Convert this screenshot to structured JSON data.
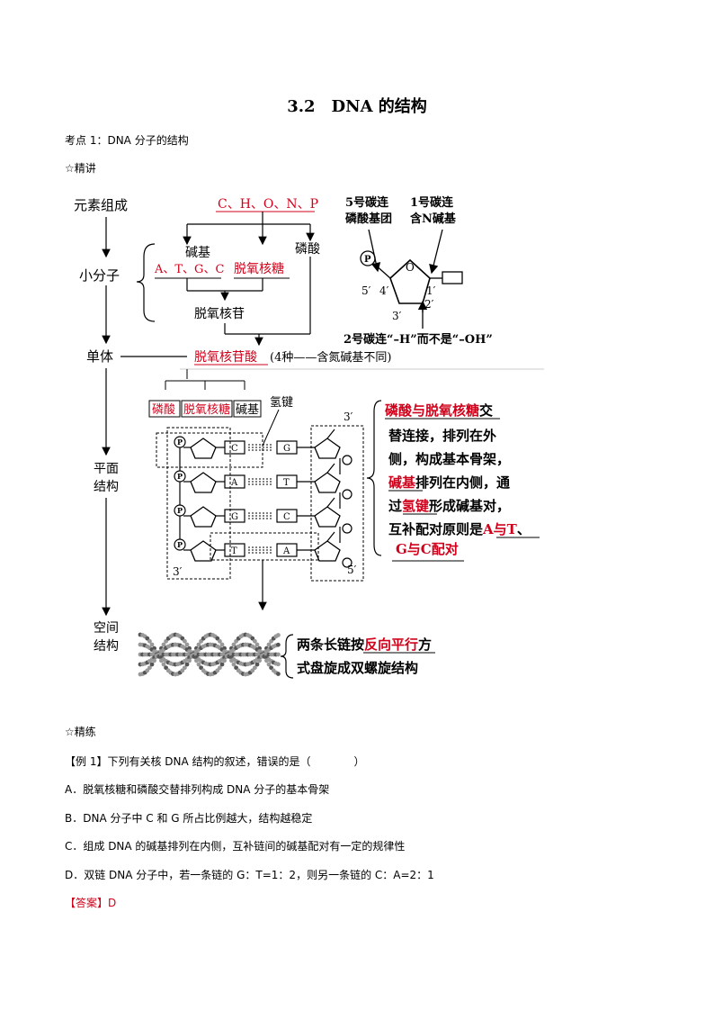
{
  "title": "3.2　DNA 的结构",
  "topic": "考点 1：DNA 分子的结构",
  "section_lecture": "☆精讲",
  "section_practice": "☆精练",
  "diagram": {
    "elements": "元素组成",
    "elements_value": "C、H、O、N、P",
    "small_molecule": "小分子",
    "base": "碱基",
    "bases_list": "A、T、G、C",
    "deoxyribose": "脱氧核糖",
    "phosphate": "磷酸",
    "nucleoside": "脱氧核苷",
    "monomer": "单体",
    "nucleotide": "脱氧核苷酸",
    "nucleotide_note": "(4种——含氮碱基不同)",
    "carbon5_note": "5号碳连\n磷酸基团",
    "carbon1_note": "1号碳连\n含N碱基",
    "carbon2_note": "2号碳连“–H”而不是“–OH”",
    "c5": "5′",
    "c4": "4′",
    "c3": "3′",
    "c2": "2′",
    "c1": "1′",
    "p_symbol": "P",
    "o_symbol": "O",
    "legend_phosphate": "磷酸",
    "legend_sugar": "脱氧核糖",
    "legend_base": "碱基",
    "hbond": "氢键",
    "plane_structure": "平面\n结构",
    "left_bases": [
      "C",
      "A",
      "G",
      "T"
    ],
    "right_bases": [
      "G",
      "T",
      "C",
      "A"
    ],
    "end_3_top": "3′",
    "end_3_bottom": "3′",
    "end_5_bottom": "5′",
    "plane_desc": {
      "l1_red": "磷酸与脱氧核糖",
      "l1_tail": "交",
      "l2": "替连接，排列在外",
      "l3": "侧，构成基本骨架，",
      "l4_red": "碱基",
      "l4_tail": "排列在内侧，通",
      "l5_head": "过",
      "l5_red": "氢键",
      "l5_tail": "形成碱基对，",
      "l6_head": "互补配对原则是",
      "l6_red": "A与T",
      "l6_tail": "、",
      "l7_red": "G与C配对"
    },
    "space_structure": "空间\n结构",
    "space_desc": {
      "l1_head": "两条长链按",
      "l1_red": "反向平行",
      "l1_tail": "方",
      "l2": "式盘旋成双螺旋结构"
    }
  },
  "example": {
    "stem": "【例 1】下列有关核 DNA 结构的叙述，错误的是（　　　　）",
    "options": [
      "A．脱氧核糖和磷酸交替排列构成 DNA 分子的基本骨架",
      "B．DNA 分子中 C 和 G 所占比例越大，结构越稳定",
      "C．组成 DNA 的碱基排列在内侧，互补链间的碱基配对有一定的规律性",
      "D．双链 DNA 分子中，若一条链的 G：T=1：2，则另一条链的 C：A=2：1"
    ],
    "answer_label": "【答案】",
    "answer_value": "D"
  }
}
